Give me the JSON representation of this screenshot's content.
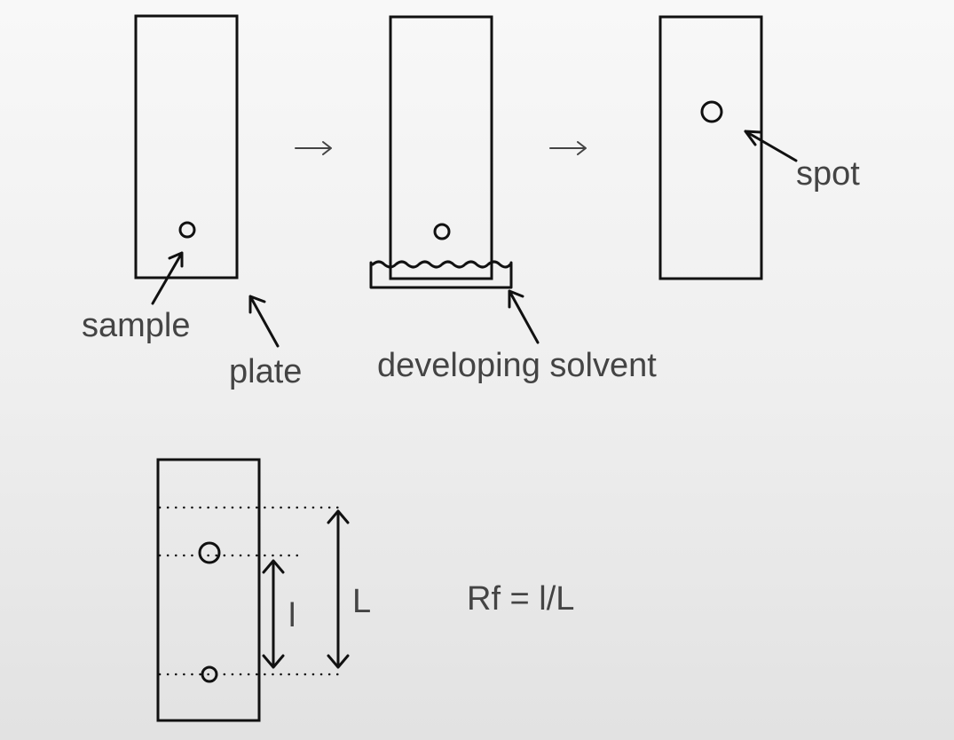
{
  "labels": {
    "sample": "sample",
    "plate": "plate",
    "developing_solvent": "developing solvent",
    "spot": "spot",
    "small_distance": "l",
    "large_distance": "L",
    "formula": "Rf = l/L"
  }
}
